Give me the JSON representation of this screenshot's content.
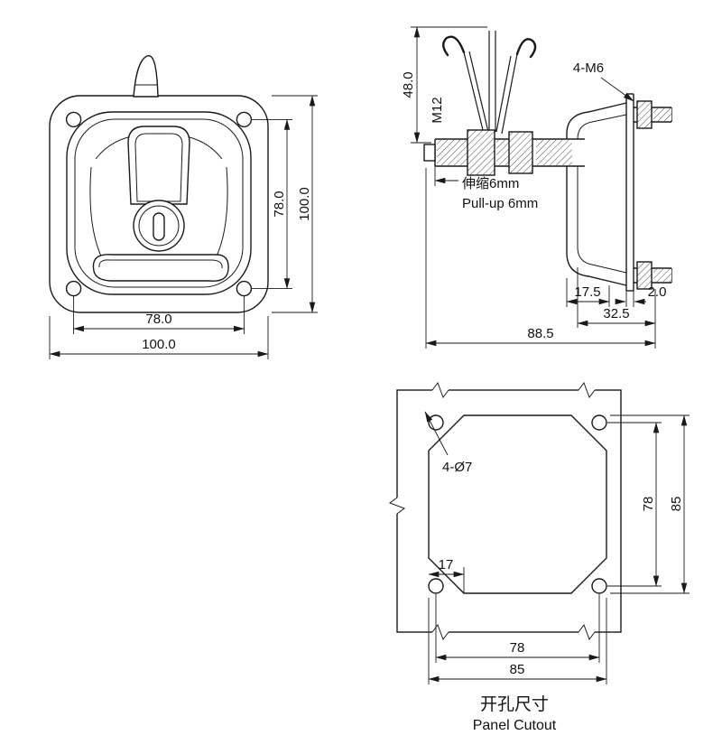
{
  "front_view": {
    "dim_hole_spacing_h": "78.0",
    "dim_width": "100.0",
    "dim_hole_spacing_v": "78.0",
    "dim_height": "100.0"
  },
  "side_view": {
    "dim_rod_height": "48.0",
    "thread_label": "M12",
    "stud_label": "4-M6",
    "travel_note_cn": "伸缩6mm",
    "travel_note_en": "Pull-up 6mm",
    "dim_depth_a": "17.5",
    "dim_flange_thickness": "2.0",
    "dim_depth_b": "32.5",
    "dim_total_length": "88.5"
  },
  "cutout_view": {
    "hole_callout": "4-Ø7",
    "dim_chamfer": "17",
    "dim_hole_spacing_v": "78",
    "dim_cutout_v": "85",
    "dim_hole_spacing_h": "78",
    "dim_cutout_h": "85",
    "caption_cn": "开孔尺寸",
    "caption_en": "Panel Cutout"
  }
}
